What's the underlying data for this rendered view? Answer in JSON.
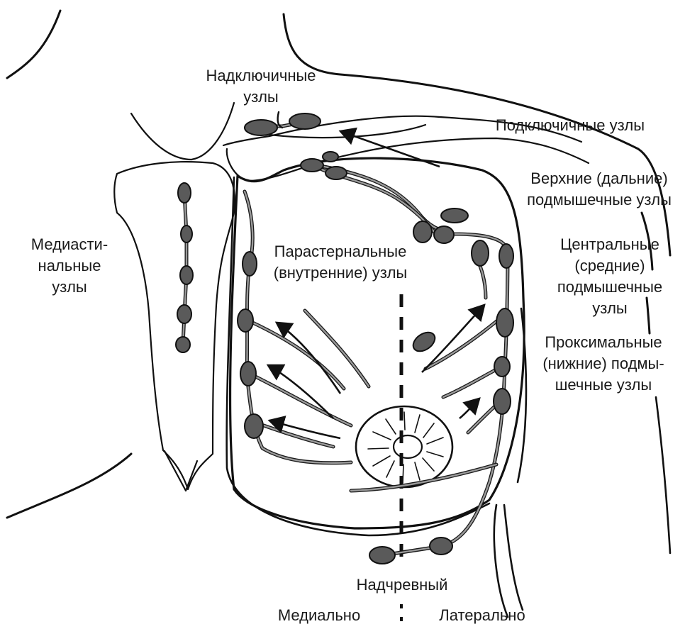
{
  "labels": {
    "supraclavicular": [
      "Надключичные",
      "узлы"
    ],
    "infraclavicular": "Подключичные узлы",
    "upper_axillary": [
      "Верхние (дальние)",
      "подмышечные узлы"
    ],
    "central_axillary": [
      "Центральные",
      "(средние)",
      "подмышечные",
      "узлы"
    ],
    "proximal_axillary": [
      "Проксимальные",
      "(нижние) подмы-",
      "шечные узлы"
    ],
    "mediastinal": [
      "Медиасти-",
      "нальные",
      "узлы"
    ],
    "parasternal": [
      "Парастернальные",
      "(внутренние) узлы"
    ],
    "epigastric": "Надчревный",
    "medial": "Медиально",
    "lateral": "Латерально"
  },
  "colors": {
    "node_fill": "#5a5a5a",
    "outline": "#111111",
    "inner_vessel": "#9a9a9a",
    "background": "#ffffff"
  }
}
